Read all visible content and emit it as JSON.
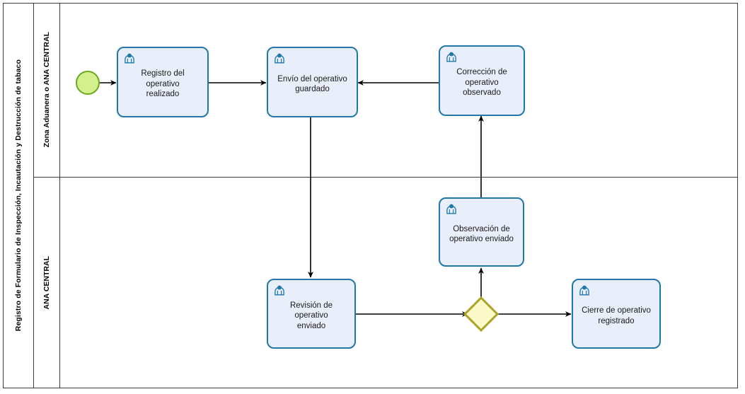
{
  "pool": {
    "title": "Registro de Formulario de Inspección, Incautación y Destrucción de tabaco",
    "lanes": [
      {
        "id": "lane-zona",
        "label": "Zona Aduanera o ANA CENTRAL"
      },
      {
        "id": "lane-central",
        "label": "ANA CENTRAL"
      }
    ]
  },
  "colors": {
    "task_fill": "#e9eefb",
    "task_border": "#2077a8",
    "start_fill": "#d3f08c",
    "start_border": "#6aa81e",
    "gateway_fill": "#fbf8c8",
    "gateway_border": "#a8a324",
    "flow_stroke": "#000000",
    "frame_stroke": "#3b3b3b"
  },
  "diagram": {
    "type": "bpmn-process",
    "start_event": {
      "name": "start-event",
      "lane": "lane-zona"
    },
    "tasks": [
      {
        "id": "t1",
        "label": "Registro del operativo\nrealizado",
        "lane": "lane-zona",
        "icon": "user-task-icon"
      },
      {
        "id": "t2",
        "label": "Envío del operativo\nguardado",
        "lane": "lane-zona",
        "icon": "user-task-icon"
      },
      {
        "id": "t3",
        "label": "Corrección de\noperativo observado",
        "lane": "lane-zona",
        "icon": "user-task-icon"
      },
      {
        "id": "t4",
        "label": "Observación de\noperativo enviado",
        "lane": "lane-central",
        "icon": "user-task-icon"
      },
      {
        "id": "t5",
        "label": "Revisión de operativo\nenviado",
        "lane": "lane-central",
        "icon": "user-task-icon"
      },
      {
        "id": "t6",
        "label": "Cierre de operativo\nregistrado",
        "lane": "lane-central",
        "icon": "user-task-icon"
      }
    ],
    "gateways": [
      {
        "id": "g1",
        "label": "",
        "type": "exclusive",
        "lane": "lane-central"
      }
    ],
    "flows": [
      {
        "from": "start-event",
        "to": "t1",
        "label": ""
      },
      {
        "from": "t1",
        "to": "t2",
        "label": ""
      },
      {
        "from": "t2",
        "to": "t5",
        "label": ""
      },
      {
        "from": "t3",
        "to": "t2",
        "label": ""
      },
      {
        "from": "t4",
        "to": "t3",
        "label": ""
      },
      {
        "from": "t5",
        "to": "g1",
        "label": ""
      },
      {
        "from": "g1",
        "to": "t4",
        "label": ""
      },
      {
        "from": "g1",
        "to": "t6",
        "label": ""
      }
    ]
  }
}
